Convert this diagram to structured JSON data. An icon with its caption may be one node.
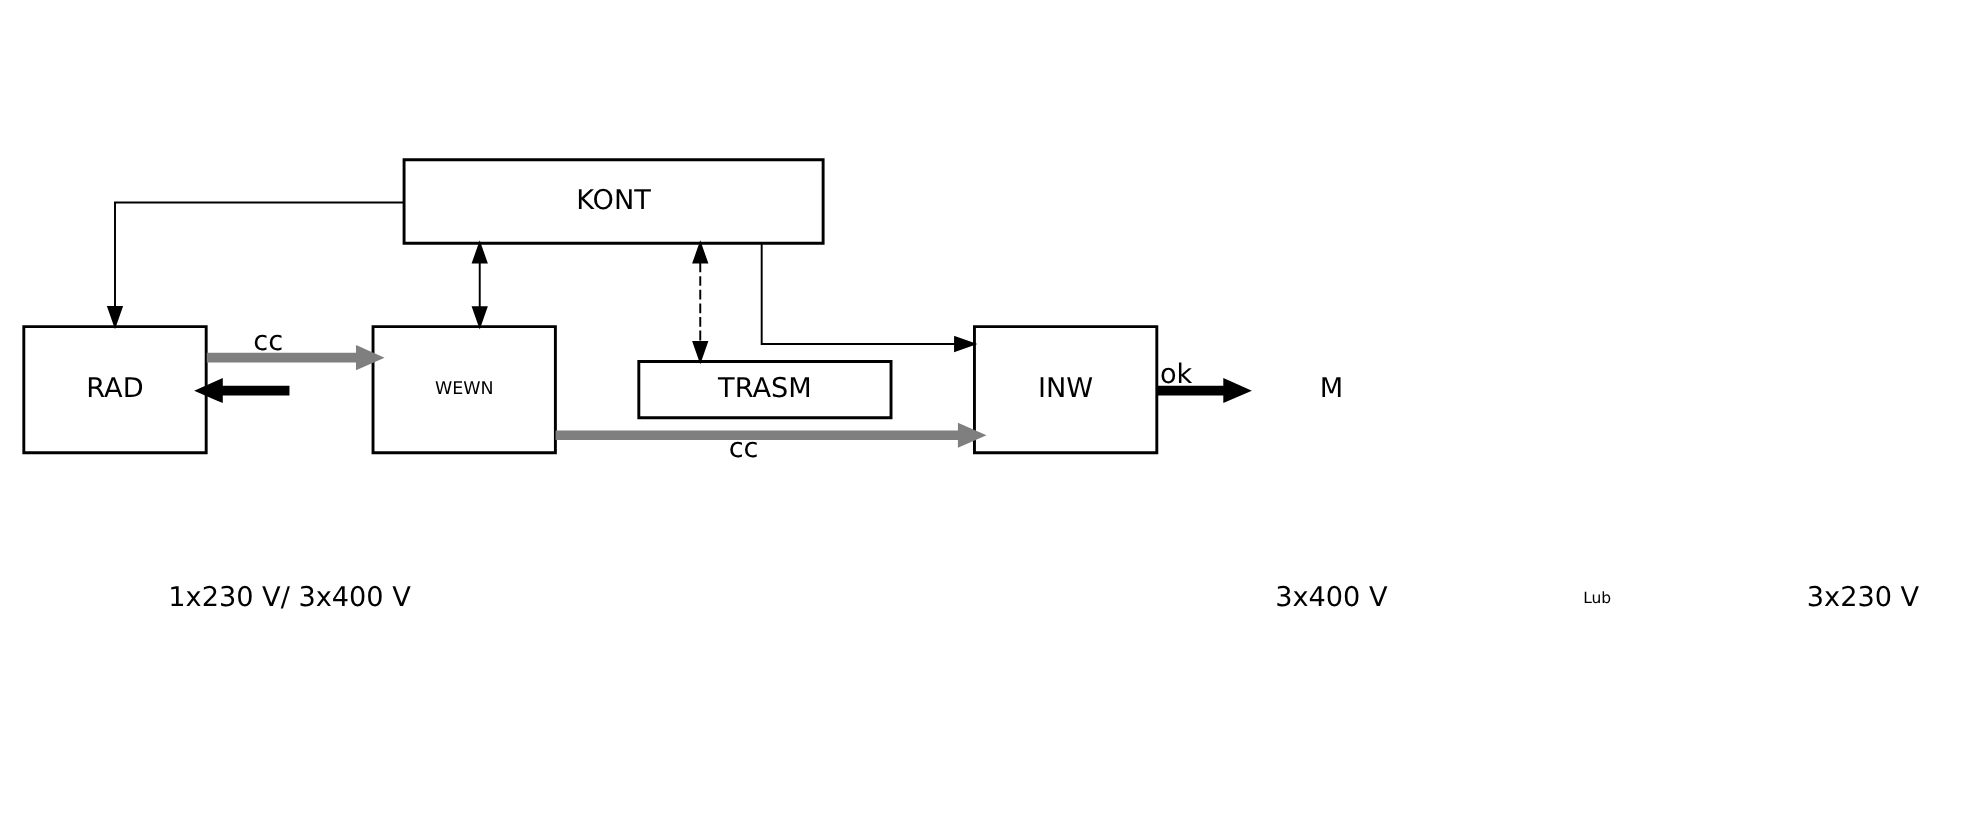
{
  "diagram": {
    "nodes": [
      {
        "text": [
          "RAD"
        ]
      },
      {
        "text": [
          "WEWN"
        ]
      },
      {
        "text": [
          "INW"
        ]
      },
      {
        "text": [
          "M"
        ]
      },
      {
        "text": [
          "KONT"
        ]
      },
      {
        "text": [
          "TRASM"
        ]
      }
    ],
    "edges": [
      {
        "from": null,
        "to": 0,
        "arrow": "to",
        "style": "thick"
      },
      {
        "from": 0,
        "to": 1,
        "arrow": "to",
        "label": "cc",
        "style": "thick",
        "color": "#7f7f7f"
      },
      {
        "from": 1,
        "to": 2,
        "arrow": "to",
        "label": "cc",
        "style": "thick",
        "color": "#7f7f7f"
      },
      {
        "from": 2,
        "to": 3,
        "arrow": "to",
        "label": "ok",
        "style": "thick"
      },
      {
        "from": 4,
        "to": 1,
        "arrow": "both"
      },
      {
        "from": 4,
        "to": 0,
        "arrow": "to"
      },
      {
        "from": 4,
        "to": 2,
        "arrow": "to"
      },
      {
        "from": 4,
        "to": 5,
        "arrow": "both",
        "style": "dashed"
      }
    ],
    "labels": [
      "1x230 V/ 3x400 V",
      "3x400 V",
      "Lub",
      "3x230 V"
    ]
  }
}
